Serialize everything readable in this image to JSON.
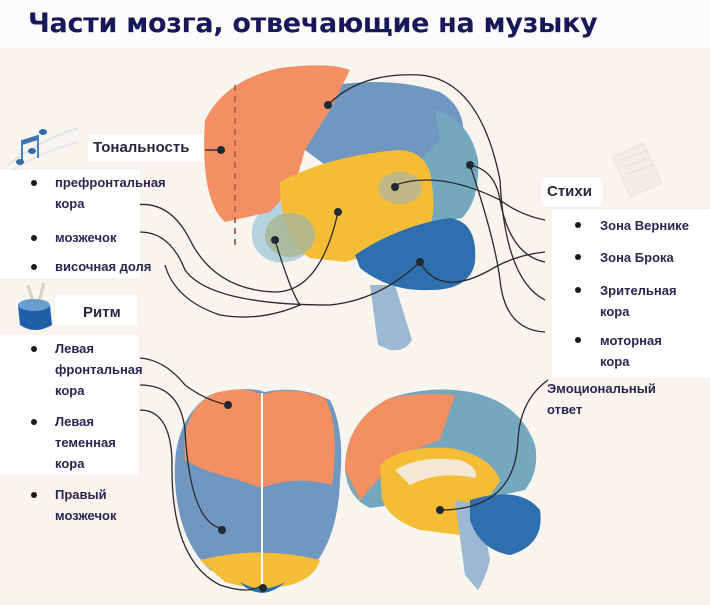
{
  "title": "Части мозга, отвечающие на музыку",
  "tonality": {
    "header": "Тональность",
    "items": [
      "префронтальная кора",
      "мозжечок",
      "височная доля"
    ],
    "item_lines": [
      [
        "префронтальная",
        "кора"
      ],
      [
        "мозжечок"
      ],
      [
        "височная доля"
      ]
    ]
  },
  "rhythm": {
    "header": "Ритм",
    "item_lines": [
      [
        "Левая",
        "фронтальная",
        "кора"
      ],
      [
        "Левая",
        "теменная",
        "кора"
      ],
      [
        "Правый",
        "мозжечок"
      ]
    ]
  },
  "lyrics": {
    "header": "Стихи",
    "item_lines": [
      [
        "Зона Вернике"
      ],
      [
        "Зона Брока"
      ],
      [
        "Зрительная",
        "кора"
      ],
      [
        "моторная",
        "кора"
      ]
    ]
  },
  "emotion": {
    "lines": [
      "Эмоциональный",
      "ответ"
    ]
  },
  "icons": [
    "music-notes-icon",
    "drum-icon",
    "paper-sheet-icon"
  ],
  "colors": {
    "frontal": "#f39063",
    "parietal": "#6f97c2",
    "occipital": "#74a8bf",
    "temporal": "#f5bd35",
    "cerebellum": "#2e6fae",
    "brainstem": "#9cb8d2",
    "title": "#17185a",
    "text": "#2b2552"
  }
}
